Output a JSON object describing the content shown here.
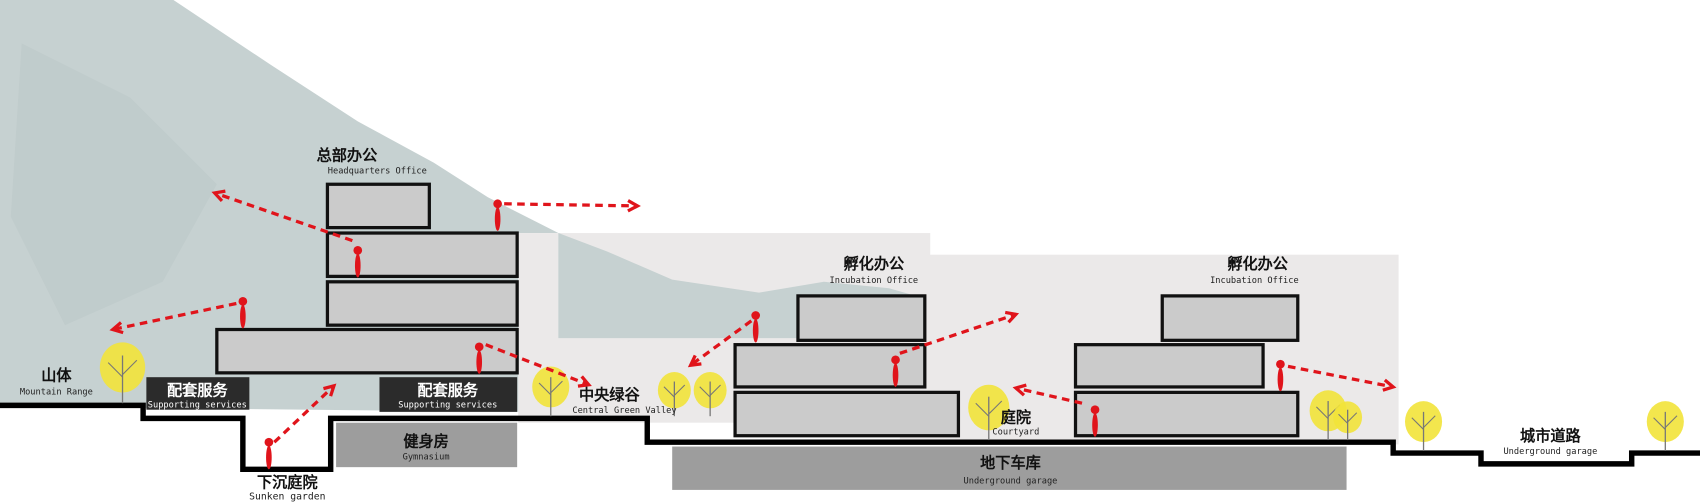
{
  "colors": {
    "mountain": "#c6d1d1",
    "backdrop": "#ebe9e9",
    "building": "#cbcbcb",
    "service_box": "#2b2b2b",
    "basement": "#9d9d9d",
    "person": "#e0141b",
    "tree": "#f2e33a",
    "ground": "#000000"
  },
  "labels": {
    "mountain": {
      "cn": "山体",
      "en": "Mountain Range"
    },
    "hq": {
      "cn": "总部办公",
      "en": "Headquarters Office"
    },
    "services_left": {
      "cn": "配套服务",
      "en": "Supporting services"
    },
    "services_right": {
      "cn": "配套服务",
      "en": "Supporting services"
    },
    "gym": {
      "cn": "健身房",
      "en": "Gymnasium"
    },
    "sunken": {
      "cn": "下沉庭院",
      "en": "Sunken garden"
    },
    "valley": {
      "cn": "中央绿谷",
      "en": "Central Green Valley"
    },
    "incubation_1": {
      "cn": "孵化办公",
      "en": "Incubation Office"
    },
    "incubation_2": {
      "cn": "孵化办公",
      "en": "Incubation Office"
    },
    "courtyard": {
      "cn": "庭院",
      "en": "Courtyard"
    },
    "garage": {
      "cn": "地下车库",
      "en": "Underground garage"
    },
    "road": {
      "cn": "城市道路",
      "en": "Underground garage"
    }
  },
  "icons": {
    "person": "person-icon",
    "tree": "tree-icon",
    "arrow": "view-arrow-icon"
  }
}
